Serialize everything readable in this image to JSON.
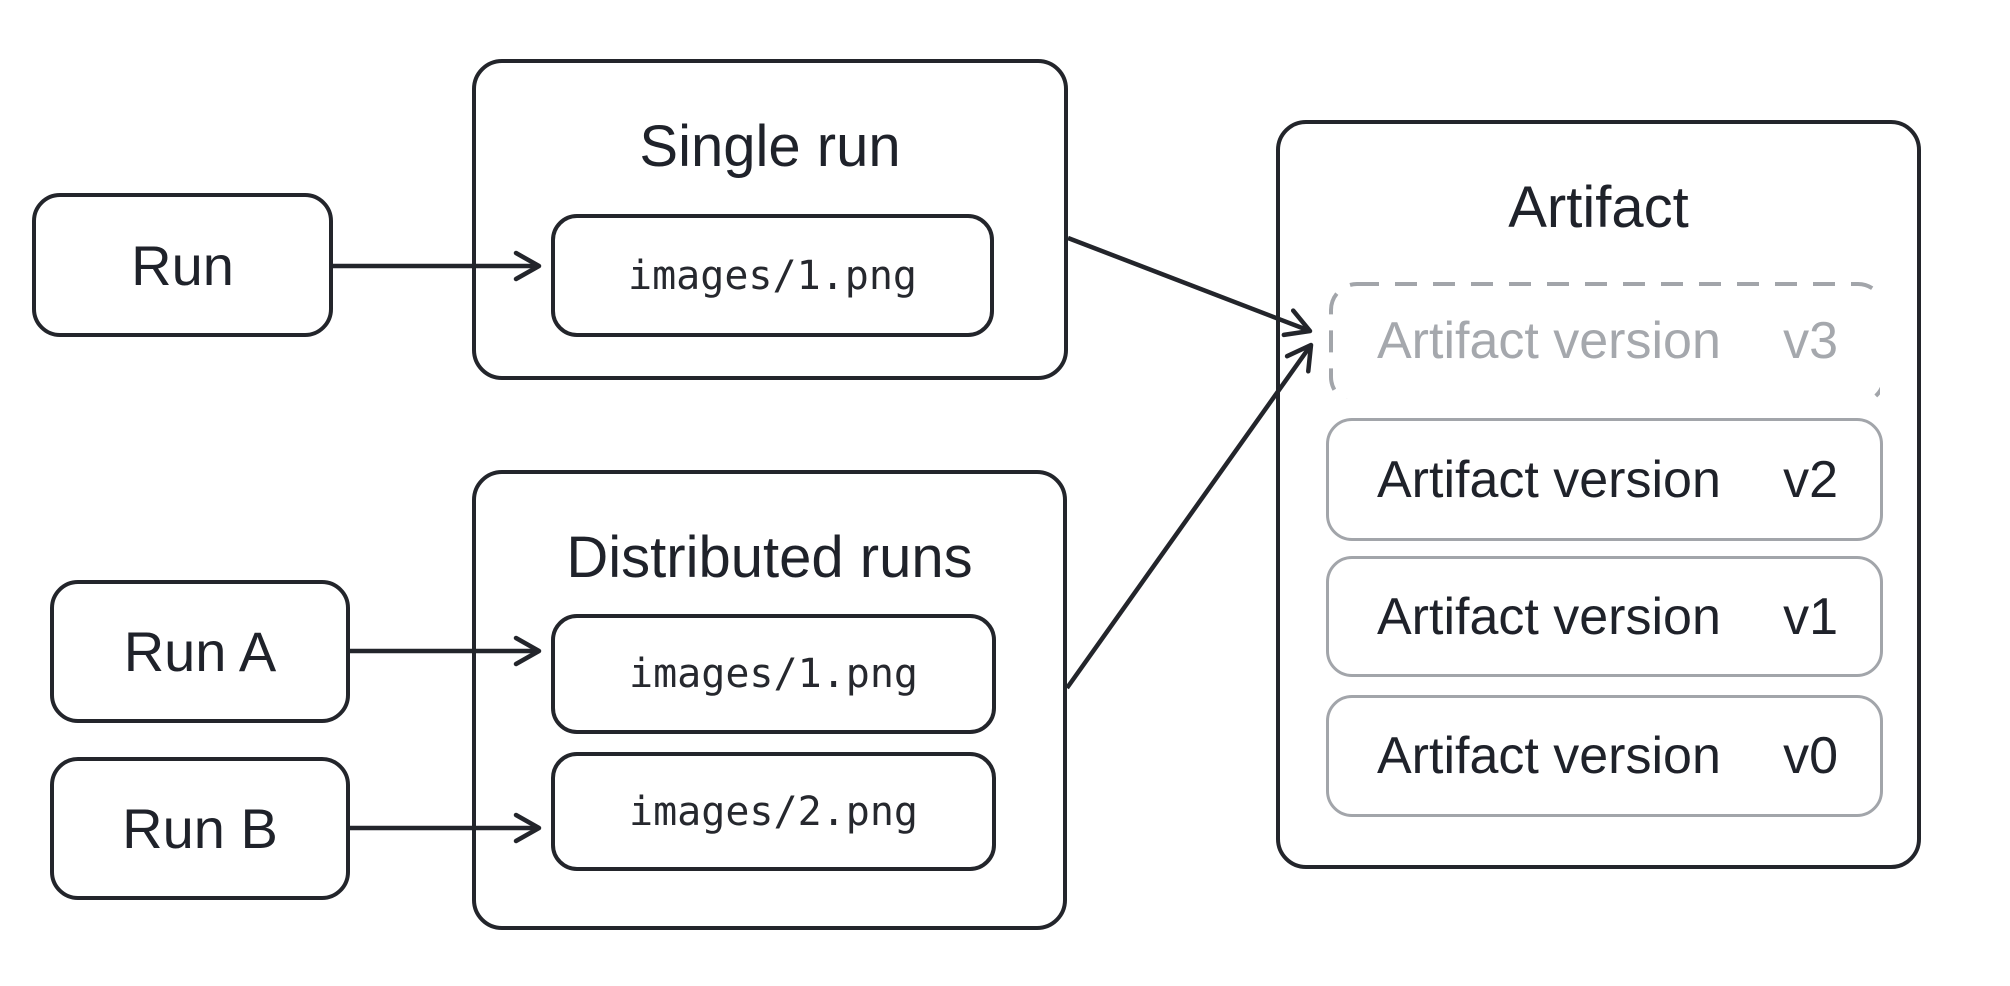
{
  "diagram": {
    "colors": {
      "background": "#ffffff",
      "primary_stroke": "#23252b",
      "text_dark": "#1f222a",
      "muted_stroke": "#a2a5aa",
      "muted_text": "#a5a8ad"
    },
    "runs": {
      "single": "Run",
      "run_a": "Run A",
      "run_b": "Run B"
    },
    "single_run_group": {
      "title": "Single run",
      "file": "images/1.png"
    },
    "distributed_group": {
      "title": "Distributed runs",
      "file_a": "images/1.png",
      "file_b": "images/2.png"
    },
    "artifact": {
      "title": "Artifact",
      "versions": [
        {
          "label": "Artifact version",
          "version": "v3",
          "state": "pending"
        },
        {
          "label": "Artifact version",
          "version": "v2",
          "state": "saved"
        },
        {
          "label": "Artifact version",
          "version": "v1",
          "state": "saved"
        },
        {
          "label": "Artifact version",
          "version": "v0",
          "state": "saved"
        }
      ]
    }
  }
}
